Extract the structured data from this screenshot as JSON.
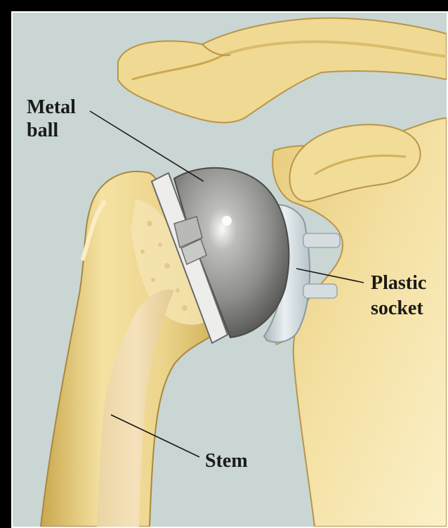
{
  "labels": {
    "metal_ball_line1": "Metal",
    "metal_ball_line2": "ball",
    "plastic_socket_line1": "Plastic",
    "plastic_socket_line2": "socket",
    "stem": "Stem"
  },
  "colors": {
    "background": "#c9d6d3",
    "bone": "#ecd48c",
    "bone_dark": "#c9a84e",
    "bone_light": "#fbeec3",
    "metal": "#9a9a98",
    "plastic": "#d9e2e6",
    "frame": "#ffffff"
  }
}
